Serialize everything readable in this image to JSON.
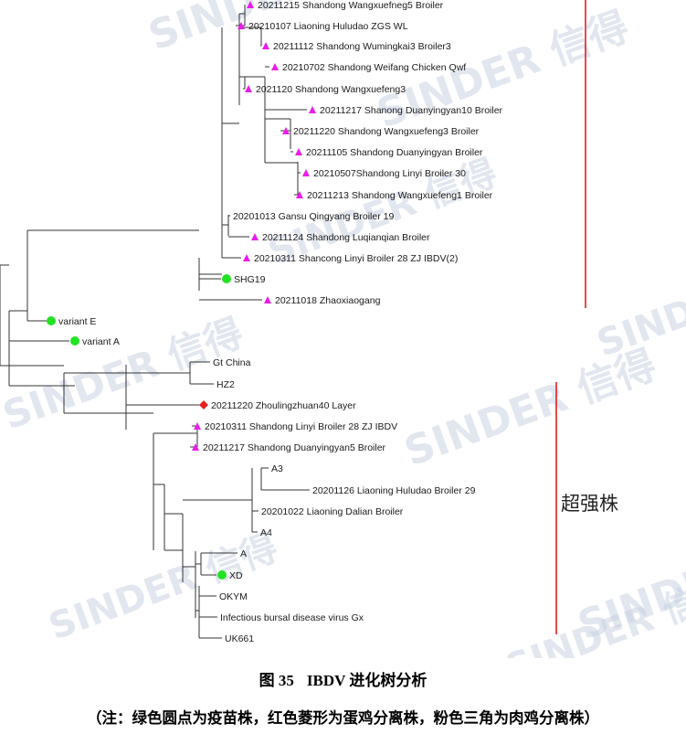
{
  "tree": {
    "leaves": [
      {
        "id": "l1",
        "label": "20211215 Shandong Wangxuefneg5 Broiler",
        "marker": "triangle"
      },
      {
        "id": "l2",
        "label": "20210107 Liaoning Huludao ZGS WL",
        "marker": "triangle"
      },
      {
        "id": "l3",
        "label": "20211112 Shandong Wumingkai3 Broiler3",
        "marker": "triangle"
      },
      {
        "id": "l4",
        "label": "20210702 Shandong Weifang Chicken Qwf",
        "marker": "triangle"
      },
      {
        "id": "l5",
        "label": "2021120 Shandong Wangxuefeng3",
        "marker": "triangle"
      },
      {
        "id": "l6",
        "label": "20211217 Shanong Duanyingyan10 Broiler",
        "marker": "triangle"
      },
      {
        "id": "l7",
        "label": "20211220 Shandong Wangxuefeng3 Broiler",
        "marker": "triangle"
      },
      {
        "id": "l8",
        "label": "20211105 Shandong Duanyingyan Broiler",
        "marker": "triangle"
      },
      {
        "id": "l9",
        "label": "20210507Shandong Linyi Broiler 30",
        "marker": "triangle"
      },
      {
        "id": "l10",
        "label": "20211213 Shandong Wangxuefeng1 Broiler",
        "marker": "triangle"
      },
      {
        "id": "l11",
        "label": "20201013 Gansu Qingyang Broiler 19",
        "marker": "none"
      },
      {
        "id": "l12",
        "label": "20211124 Shandong Luqianqian Broiler",
        "marker": "triangle"
      },
      {
        "id": "l13",
        "label": "20210311 Shancong Linyi Broiler 28 ZJ IBDV(2)",
        "marker": "triangle"
      },
      {
        "id": "l14",
        "label": "SHG19",
        "marker": "circle"
      },
      {
        "id": "l15",
        "label": "20211018 Zhaoxiaogang",
        "marker": "triangle"
      },
      {
        "id": "l16",
        "label": "variant E",
        "marker": "circle"
      },
      {
        "id": "l17",
        "label": "variant A",
        "marker": "circle"
      },
      {
        "id": "l18",
        "label": "Gt China",
        "marker": "none"
      },
      {
        "id": "l19",
        "label": "HZ2",
        "marker": "none"
      },
      {
        "id": "l20",
        "label": "20211220 Zhoulingzhuan40 Layer",
        "marker": "diamond"
      },
      {
        "id": "l21",
        "label": "20210311 Shandong Linyi Broiler 28 ZJ IBDV",
        "marker": "triangle"
      },
      {
        "id": "l22",
        "label": "20211217 Shandong Duanyingyan5 Broiler",
        "marker": "triangle"
      },
      {
        "id": "l23",
        "label": "A3",
        "marker": "none"
      },
      {
        "id": "l24",
        "label": "20201126 Liaoning Huludao Broiler 29",
        "marker": "none"
      },
      {
        "id": "l25",
        "label": "20201022 Liaoning Dalian Broiler",
        "marker": "none"
      },
      {
        "id": "l26",
        "label": "A4",
        "marker": "none"
      },
      {
        "id": "l27",
        "label": "A",
        "marker": "none"
      },
      {
        "id": "l28",
        "label": "XD",
        "marker": "circle"
      },
      {
        "id": "l29",
        "label": "OKYM",
        "marker": "none"
      },
      {
        "id": "l30",
        "label": "Infectious bursal disease virus Gx",
        "marker": "none"
      },
      {
        "id": "l31",
        "label": "UK661",
        "marker": "none"
      }
    ],
    "clade_label": "超强株"
  },
  "colors": {
    "triangle": "#e81ee8",
    "circle": "#22e322",
    "diamond": "#e32020",
    "clade_bar": "#e02020",
    "branch": "#333333"
  },
  "watermark": "SINDER 信得",
  "figure": {
    "number": "图 35",
    "title": "IBDV 进化树分析",
    "note": "（注：绿色圆点为疫苗株，红色菱形为蛋鸡分离株，粉色三角为肉鸡分离株）"
  }
}
